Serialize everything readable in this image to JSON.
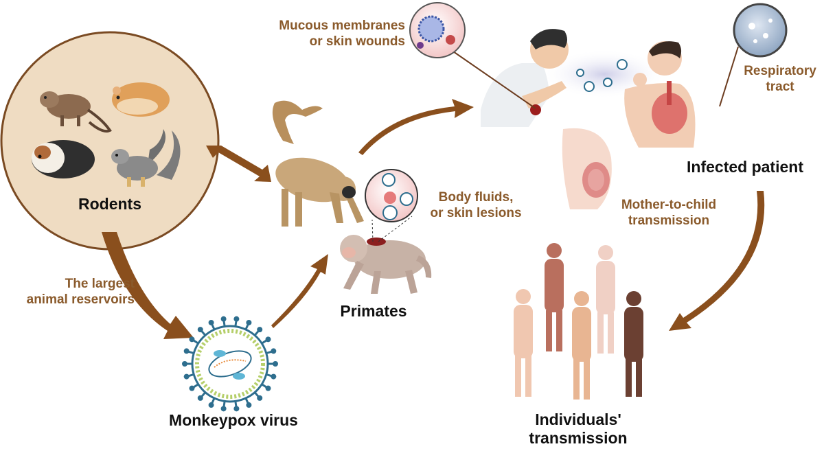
{
  "labels": {
    "rodents": "Rodents",
    "largest_reservoirs": "The largest\nanimal reservoirs",
    "monkeypox_virus": "Monkeypox virus",
    "primates": "Primates",
    "body_fluids": "Body fluids,\nor skin lesions",
    "mucous": "Mucous membranes\nor skin wounds",
    "respiratory": "Respiratory\ntract",
    "infected_patient": "Infected patient",
    "mother_child": "Mother-to-child\ntransmission",
    "individuals": "Individuals'\ntransmission"
  },
  "colors": {
    "arrow": "#8a4f1d",
    "label_brown": "#8a5a2b",
    "rodent_circle": "#efdcc2",
    "virus_spike": "#2e6e8e",
    "virus_ring": "#b5cf6a"
  }
}
